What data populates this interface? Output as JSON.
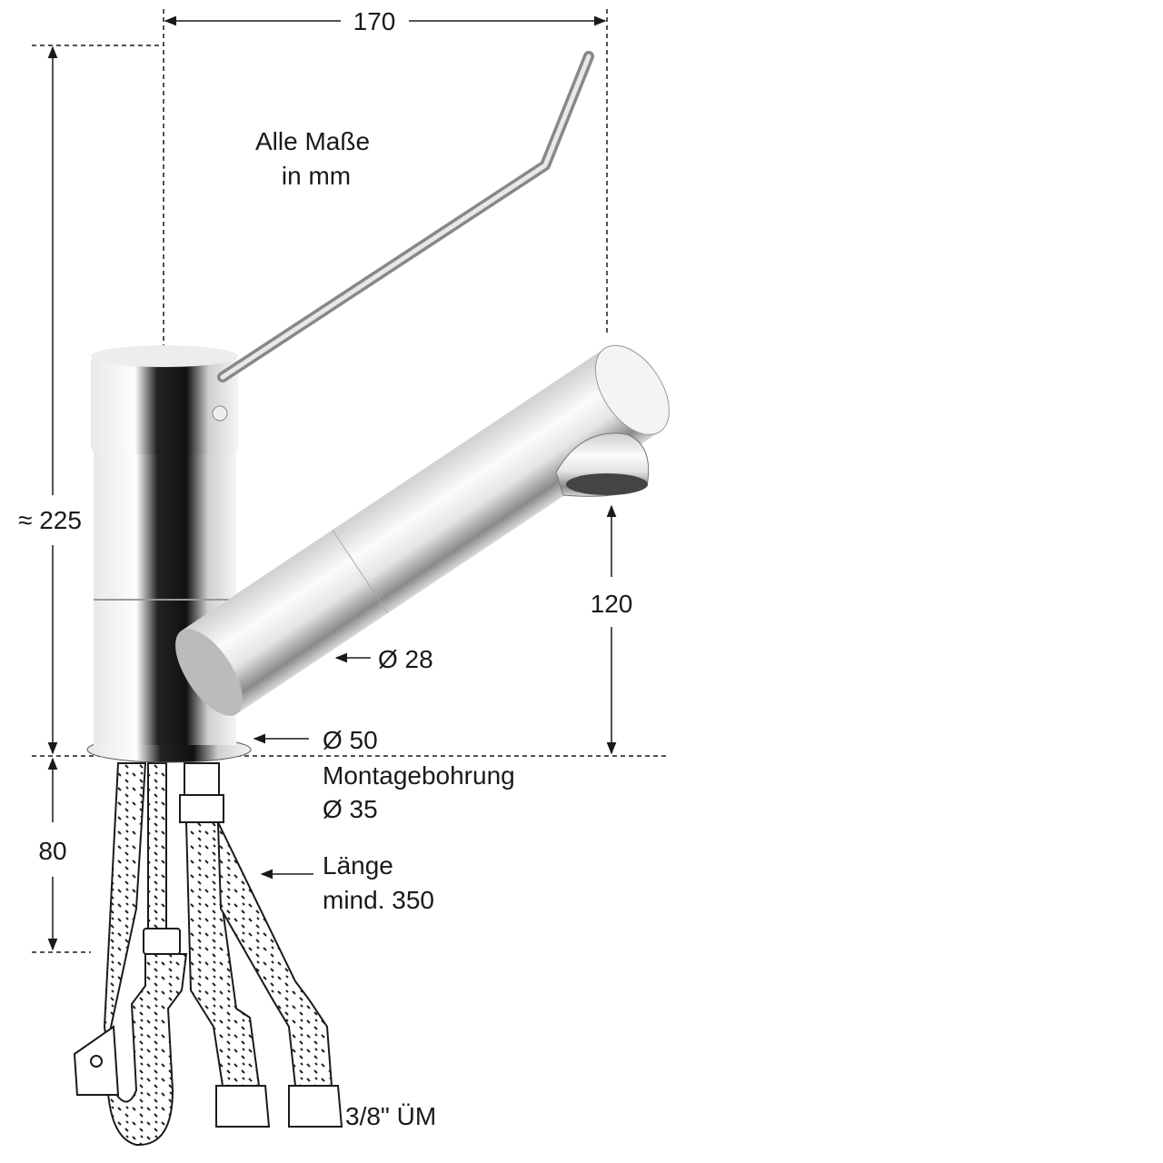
{
  "dimensions": {
    "width": "170",
    "height": "≈ 225",
    "spout_height": "120",
    "below_counter": "80",
    "spout_diameter": "Ø 28",
    "base_diameter": "Ø 50"
  },
  "note": {
    "line1": "Alle Maße",
    "line2": "in mm"
  },
  "mounting": {
    "line1": "Montagebohrung",
    "line2": "Ø 35"
  },
  "hose": {
    "line1": "Länge",
    "line2": "mind. 350"
  },
  "connector": "3/8\" ÜM",
  "colors": {
    "line": "#1a1a1a",
    "chrome_dark": "#2a2a2a",
    "chrome_light": "#f2f2f2"
  }
}
